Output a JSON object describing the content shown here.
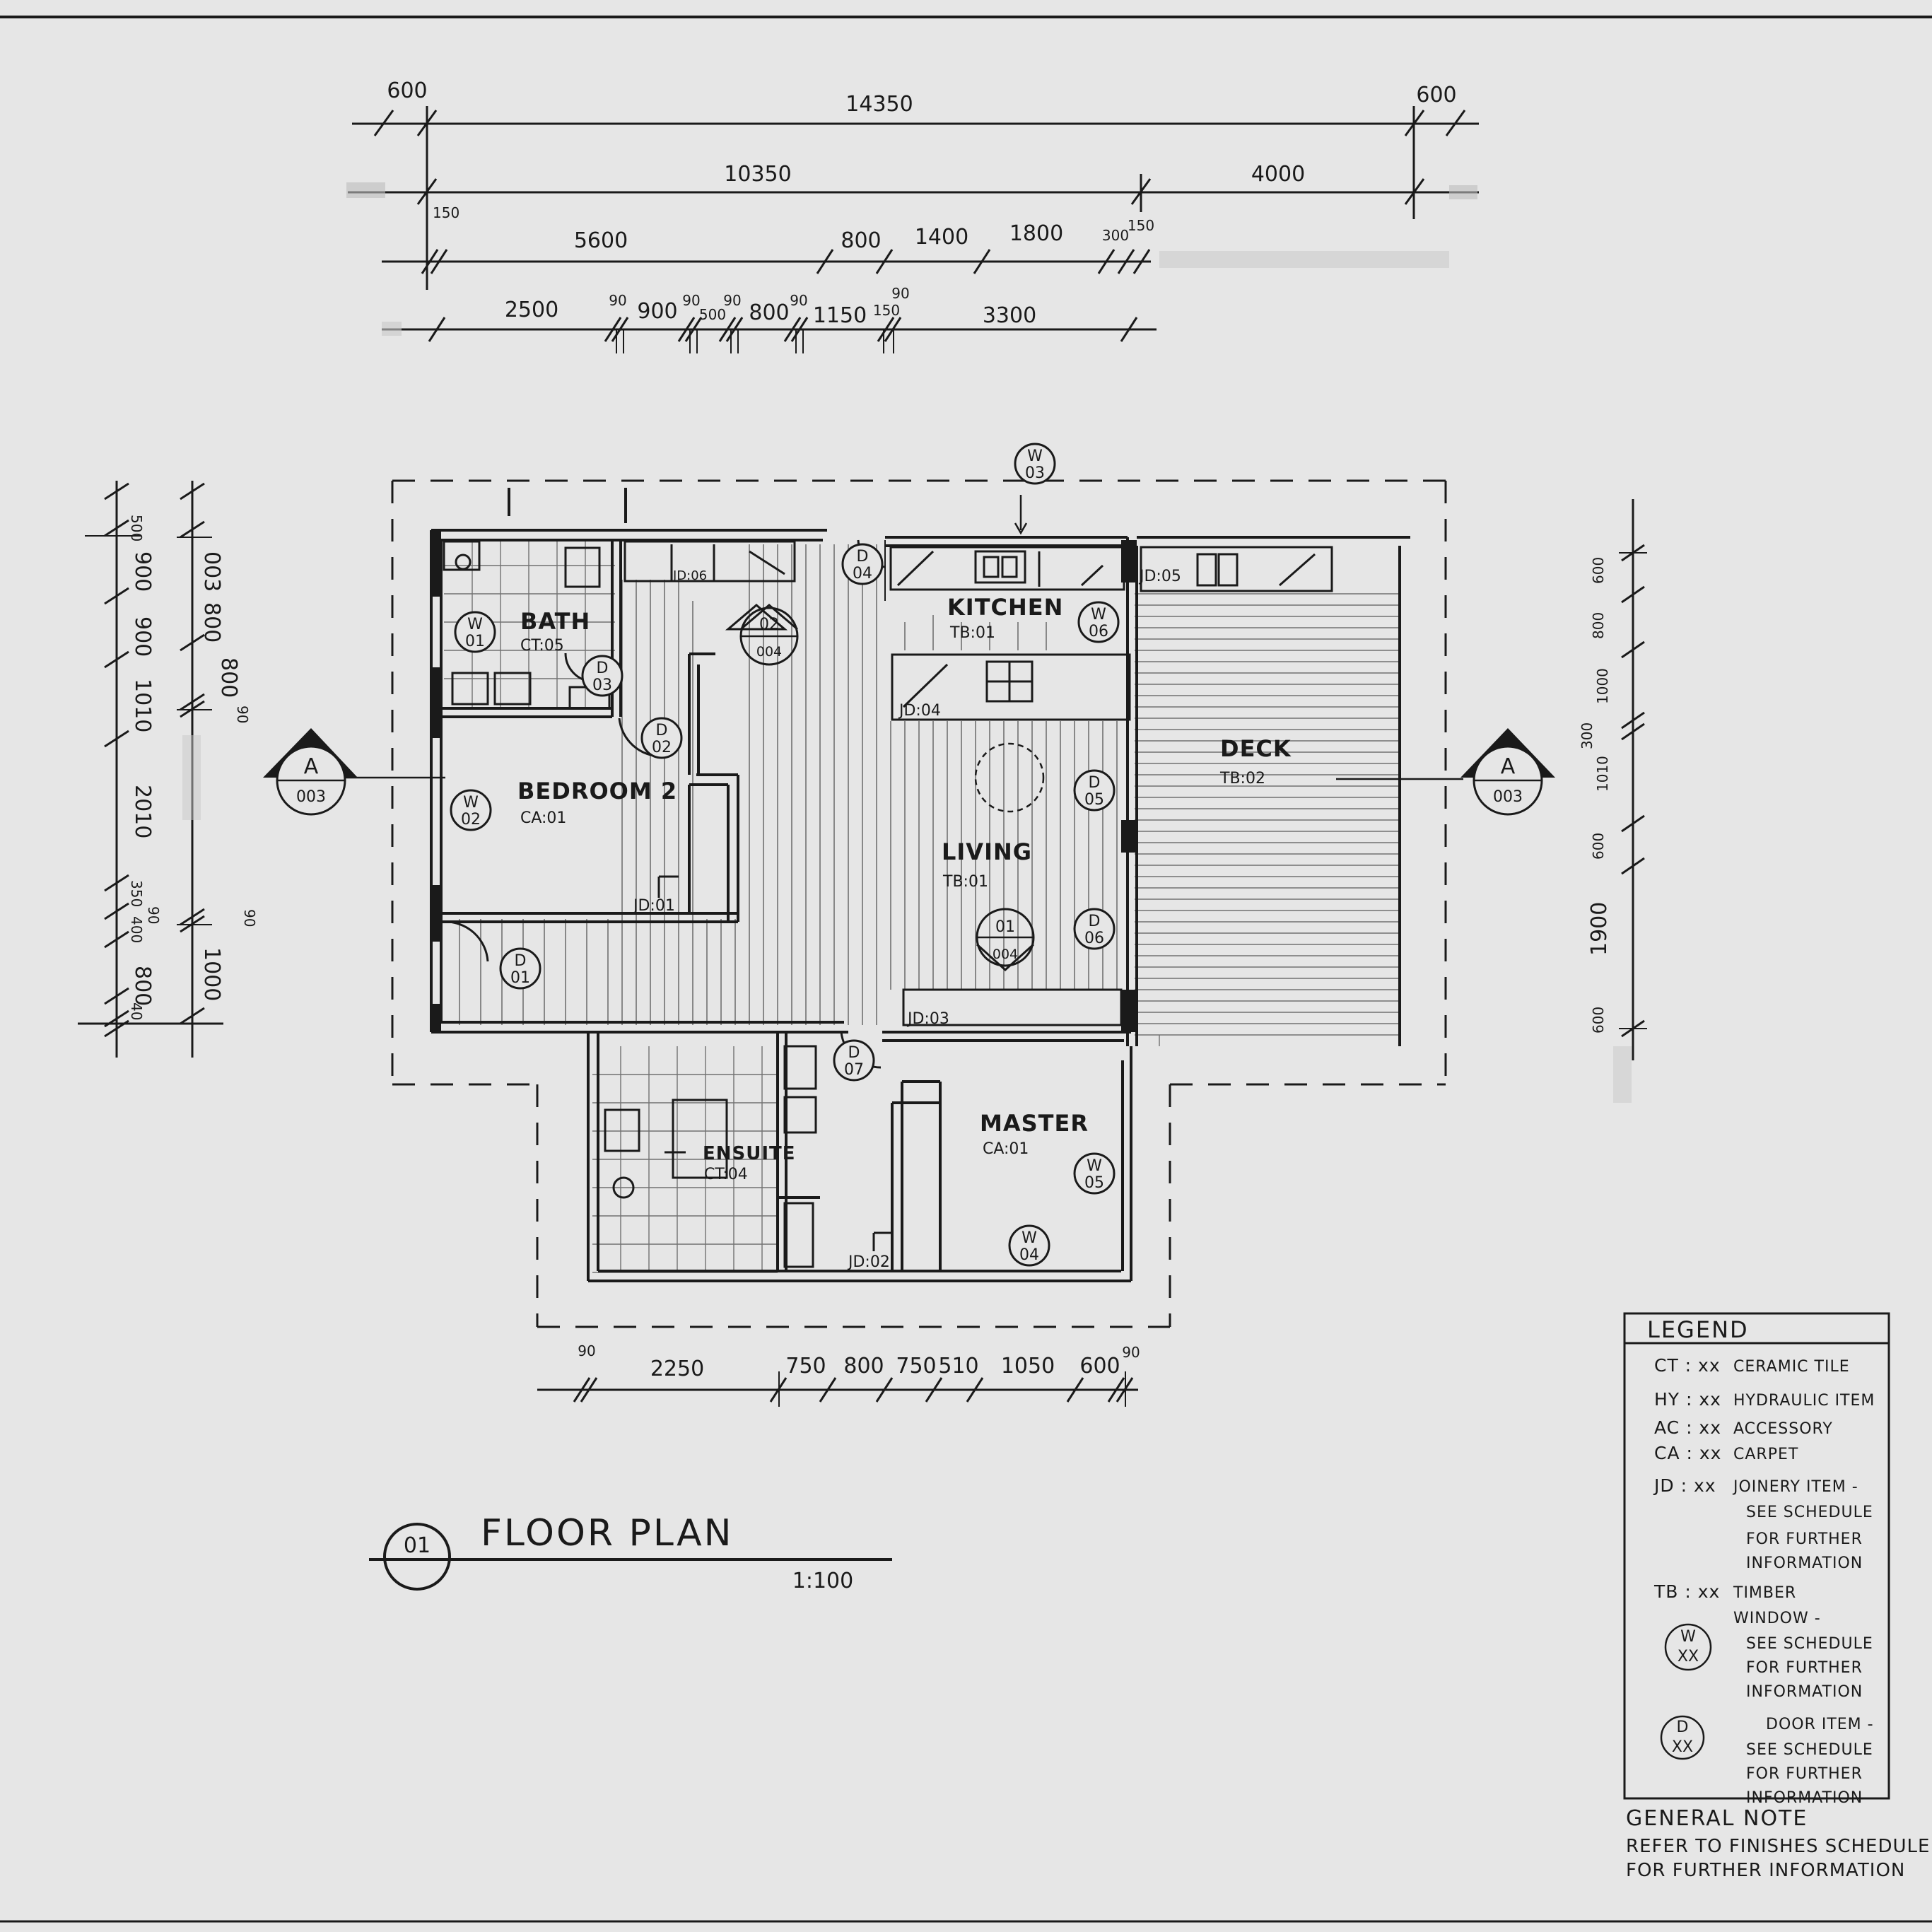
{
  "dimensions": {
    "top_overall": {
      "left": "600",
      "total": "14350",
      "right": "600"
    },
    "top_row2": {
      "start": "150",
      "house": "10350",
      "deck": "4000"
    },
    "top_row3": {
      "a": "5600",
      "b": "800",
      "c": "1400",
      "d": "1800",
      "e": "300",
      "f": "150"
    },
    "top_row4": {
      "a": "2500",
      "b": "90",
      "c": "900",
      "d": "90",
      "e": "500",
      "f": "90",
      "g": "800",
      "h": "90",
      "i": "1150",
      "j": "150",
      "k": "90",
      "l": "3300"
    },
    "left_outer": [
      "500",
      "900",
      "900",
      "1010",
      "2010",
      "350",
      "90",
      "400",
      "800",
      "40"
    ],
    "left_inner": [
      "003",
      "800",
      "800",
      "90",
      "90",
      "1000"
    ],
    "right": [
      "600",
      "800",
      "1000",
      "300",
      "1010",
      "600",
      "1900",
      "600"
    ],
    "bottom": [
      "90",
      "2250",
      "750",
      "800",
      "750",
      "510",
      "1050",
      "600",
      "90"
    ]
  },
  "rooms": {
    "bath": {
      "name": "BATH",
      "finish": "CT:05"
    },
    "kitchen": {
      "name": "KITCHEN",
      "finish": "TB:01"
    },
    "bedroom2": {
      "name": "BEDROOM 2",
      "finish": "CA:01"
    },
    "living": {
      "name": "LIVING",
      "finish": "TB:01"
    },
    "deck": {
      "name": "DECK",
      "finish": "TB:02"
    },
    "ensuite": {
      "name": "ENSUITE",
      "finish": "CT:04"
    },
    "master": {
      "name": "MASTER",
      "finish": "CA:01"
    }
  },
  "joinery": {
    "jd06": "JD:06",
    "jd05": "JD:05",
    "jd04": "JD:04",
    "jd01": "JD:01",
    "jd03": "JD:03",
    "jd02": "JD:02"
  },
  "tags": {
    "w01": {
      "k": "W",
      "n": "01"
    },
    "w02": {
      "k": "W",
      "n": "02"
    },
    "w03": {
      "k": "W",
      "n": "03"
    },
    "w04": {
      "k": "W",
      "n": "04"
    },
    "w05": {
      "k": "W",
      "n": "05"
    },
    "w06": {
      "k": "W",
      "n": "06"
    },
    "d01": {
      "k": "D",
      "n": "01"
    },
    "d02": {
      "k": "D",
      "n": "02"
    },
    "d03": {
      "k": "D",
      "n": "03"
    },
    "d04": {
      "k": "D",
      "n": "04"
    },
    "d05": {
      "k": "D",
      "n": "05"
    },
    "d06": {
      "k": "D",
      "n": "06"
    },
    "d07": {
      "k": "D",
      "n": "07"
    }
  },
  "elevation_markers": {
    "e02": {
      "top": "02",
      "bottom": "004"
    },
    "e01": {
      "top": "01",
      "bottom": "004"
    }
  },
  "section_markers": {
    "left": {
      "top": "A",
      "bottom": "003"
    },
    "right": {
      "top": "A",
      "bottom": "003"
    }
  },
  "title_block": {
    "number": "01",
    "title": "FLOOR PLAN",
    "scale": "1:100"
  },
  "legend": {
    "title": "LEGEND",
    "rows": [
      {
        "code": "CT : xx",
        "desc": "CERAMIC TILE"
      },
      {
        "code": "HY : xx",
        "desc": "HYDRAULIC ITEM"
      },
      {
        "code": "AC : xx",
        "desc": "ACCESSORY"
      },
      {
        "code": "CA : xx",
        "desc": "CARPET"
      },
      {
        "code": "JD : xx",
        "desc": "JOINERY ITEM -"
      },
      {
        "code": "",
        "desc": "SEE SCHEDULE"
      },
      {
        "code": "",
        "desc": "FOR FURTHER"
      },
      {
        "code": "",
        "desc": "INFORMATION"
      },
      {
        "code": "TB : xx",
        "desc": "TIMBER"
      },
      {
        "code": "",
        "desc": "WINDOW -"
      },
      {
        "code": "",
        "desc": "SEE SCHEDULE"
      },
      {
        "code": "",
        "desc": "FOR FURTHER"
      },
      {
        "code": "",
        "desc": "INFORMATION"
      },
      {
        "code": "",
        "desc": "DOOR ITEM -"
      },
      {
        "code": "",
        "desc": "SEE SCHEDULE"
      },
      {
        "code": "",
        "desc": "FOR FURTHER"
      },
      {
        "code": "",
        "desc": "INFORMATION"
      }
    ],
    "window_symbol": {
      "k": "W",
      "n": "XX"
    },
    "door_symbol": {
      "k": "D",
      "n": "XX"
    }
  },
  "general_note": {
    "title": "GENERAL NOTE",
    "line1": "REFER TO FINISHES SCHEDULE",
    "line2": "FOR FURTHER INFORMATION"
  }
}
